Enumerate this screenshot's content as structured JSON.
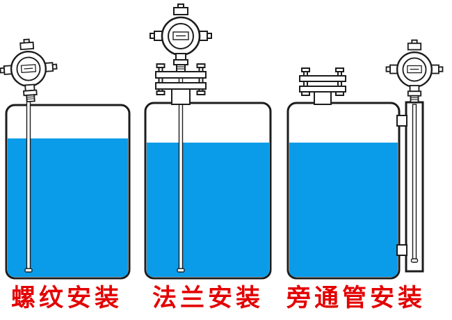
{
  "colors": {
    "background": "#ffffff",
    "outline": "#1c1c1c",
    "liquid": "#0a9ce8",
    "label": "#e30000"
  },
  "figures": [
    {
      "id": "threaded",
      "label": "螺纹安装",
      "meaning": "threaded installation"
    },
    {
      "id": "flange",
      "label": "法兰安装",
      "meaning": "flange installation"
    },
    {
      "id": "bypass",
      "label": "旁通管安装",
      "meaning": "bypass pipe installation"
    }
  ]
}
